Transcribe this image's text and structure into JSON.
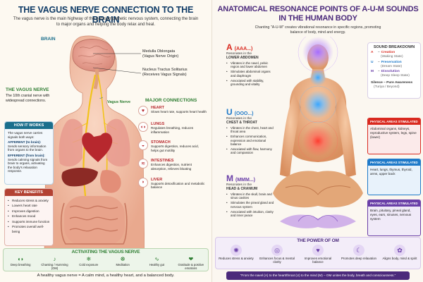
{
  "left": {
    "title": "THE VAGUS NERVE CONNECTION TO THE BRAIN",
    "subtitle": "The vagus nerve is the main highway of the parasympathetic nervous system, connecting the brain to major organs and helping the body relax and heal.",
    "brain_label": "BRAIN",
    "callouts": {
      "medulla": "Medulla Oblongata",
      "medulla_sub": "(Vagus Nerve Origin)",
      "nucleus": "Nucleus Tractus Solitarius",
      "nucleus_sub": "(Receives Vagus Signals)"
    },
    "vagus_heading": "THE VAGUS NERVE",
    "vagus_desc": "The 10th cranial nerve with widespread connections.",
    "vagus_nerve_label": "Vagus Nerve",
    "how_it_works": {
      "heading": "HOW IT WORKS",
      "intro": "The vagus nerve carries signals both ways:",
      "afferent_title": "AFFERENT (to brain):",
      "afferent_text": "Sends sensory information from organs to the brain.",
      "efferent_title": "EFFERENT (from brain):",
      "efferent_text": "Sends calming signals from brain to organs, activating the body's relaxation response."
    },
    "key_benefits": {
      "heading": "KEY BENEFITS",
      "items": [
        "Reduces stress & anxiety",
        "Lowers heart rate",
        "Improves digestion",
        "Enhances mood",
        "Supports immune function",
        "Promotes overall well-being"
      ]
    },
    "major_connections": {
      "heading": "MAJOR CONNECTIONS",
      "items": [
        {
          "name": "HEART",
          "desc": "Slows heart rate, supports heart health",
          "icon": "heart-icon"
        },
        {
          "name": "LUNGS",
          "desc": "Regulates breathing, reduces inflammation",
          "icon": "lungs-icon"
        },
        {
          "name": "STOMACH",
          "desc": "Supports digestion, reduces acid, helps gut motility",
          "icon": "stomach-icon"
        },
        {
          "name": "INTESTINES",
          "desc": "Enhances digestion, nutrient absorption, relieves bloating",
          "icon": "intestines-icon"
        },
        {
          "name": "LIVER",
          "desc": "Supports detoxification and metabolic balance",
          "icon": "liver-icon"
        }
      ]
    },
    "activating": {
      "heading": "ACTIVATING THE VAGUS NERVE",
      "items": [
        {
          "label": "Deep breathing",
          "icon": "lungs-icon"
        },
        {
          "label": "Chanting / Humming (OM)",
          "icon": "chant-icon"
        },
        {
          "label": "Cold exposure",
          "icon": "snowflake-icon"
        },
        {
          "label": "Meditation",
          "icon": "meditation-icon"
        },
        {
          "label": "Healthy gut",
          "icon": "gut-icon"
        },
        {
          "label": "Gratitude & positive emotions",
          "icon": "heart-hands-icon"
        }
      ]
    },
    "footer": "A healthy vagus nerve = A calm mind, a healthy heart, and a balanced body."
  },
  "right": {
    "title_line1": "ANATOMICAL RESONANCE POINTS OF A-U-M SOUNDS",
    "title_line2": "IN THE HUMAN BODY",
    "subtitle": "Chanting \"A-U-M\" creates vibrational resonance in specific regions, promoting balance of body, mind and energy.",
    "sounds": [
      {
        "letter": "A",
        "sound": "(AAA...)",
        "resonates": "Resonates in the",
        "region": "LOWER ABDOMEN",
        "color": "#d9291f",
        "bullets": [
          "Vibrates in the navel, pelvic region and lower abdomen",
          "Stimulates abdominal organs and diaphragm",
          "Associated with stability, grounding and vitality"
        ]
      },
      {
        "letter": "U",
        "sound": "(OOO...)",
        "resonates": "Resonates in the",
        "region": "CHEST & THROAT",
        "color": "#1f7ac9",
        "bullets": [
          "Vibrates in the chest, heart and throat area",
          "Enhances communication, expression and emotional balance",
          "Associated with flow, harmony and compassion"
        ]
      },
      {
        "letter": "M",
        "sound": "(MMM...)",
        "resonates": "Resonates in the",
        "region": "HEAD & CRANIUM",
        "color": "#6a3fa8",
        "bullets": [
          "Vibrates in the skull, brain and sinus cavities",
          "Stimulates the pineal gland and nervous system",
          "Associated with intuition, clarity and inner peace"
        ]
      }
    ],
    "breakdown": {
      "heading": "SOUND BREAKDOWN",
      "items": [
        {
          "letter": "A",
          "word": "Creation",
          "state": "(Waking State)",
          "color": "#d9291f"
        },
        {
          "letter": "U",
          "word": "Preservation",
          "state": "(Dream State)",
          "color": "#1f7ac9"
        },
        {
          "letter": "M",
          "word": "Dissolution",
          "state": "(Deep Sleep State)",
          "color": "#6a3fa8"
        }
      ],
      "silence": "Silence – Pure Awareness",
      "silence_state": "(Turiya / Beyond)"
    },
    "stimulated": [
      {
        "heading": "PHYSICAL AREAS STIMULATED",
        "text": "Abdominal organs, kidneys, reproductive system, legs, spine (lower)",
        "color": "#d9291f",
        "bg": "#fbeaea"
      },
      {
        "heading": "PHYSICAL AREAS STIMULATED",
        "text": "Heart, lungs, thymus, thyroid, arms, upper back",
        "color": "#1f7ac9",
        "bg": "#e8f2fb"
      },
      {
        "heading": "PHYSICAL AREAS STIMULATED",
        "text": "Brain, pituitary, pineal gland, eyes, ears, sinuses, nervous system",
        "color": "#6a3fa8",
        "bg": "#f0eaf8"
      }
    ],
    "power": {
      "heading": "THE POWER OF OM",
      "items": [
        {
          "label": "Reduces stress & anxiety",
          "icon": "brain-icon"
        },
        {
          "label": "Enhances focus & mental clarity",
          "icon": "focus-icon"
        },
        {
          "label": "Improves emotional balance",
          "icon": "heart-icon"
        },
        {
          "label": "Promotes deep relaxation",
          "icon": "moon-icon"
        },
        {
          "label": "Aligns body, mind & spirit",
          "icon": "lotus-icon"
        }
      ]
    },
    "footer": "\"From the navel (A) to the heart/throat (U) to the mind (M) – OM unites the body, breath and consciousness.\""
  },
  "colors": {
    "navy": "#0f3b66",
    "teal": "#1b6f8c",
    "green": "#2e7d32",
    "purple": "#4b2a7b",
    "red": "#d9291f",
    "blue": "#1f7ac9",
    "violet": "#6a3fa8"
  }
}
